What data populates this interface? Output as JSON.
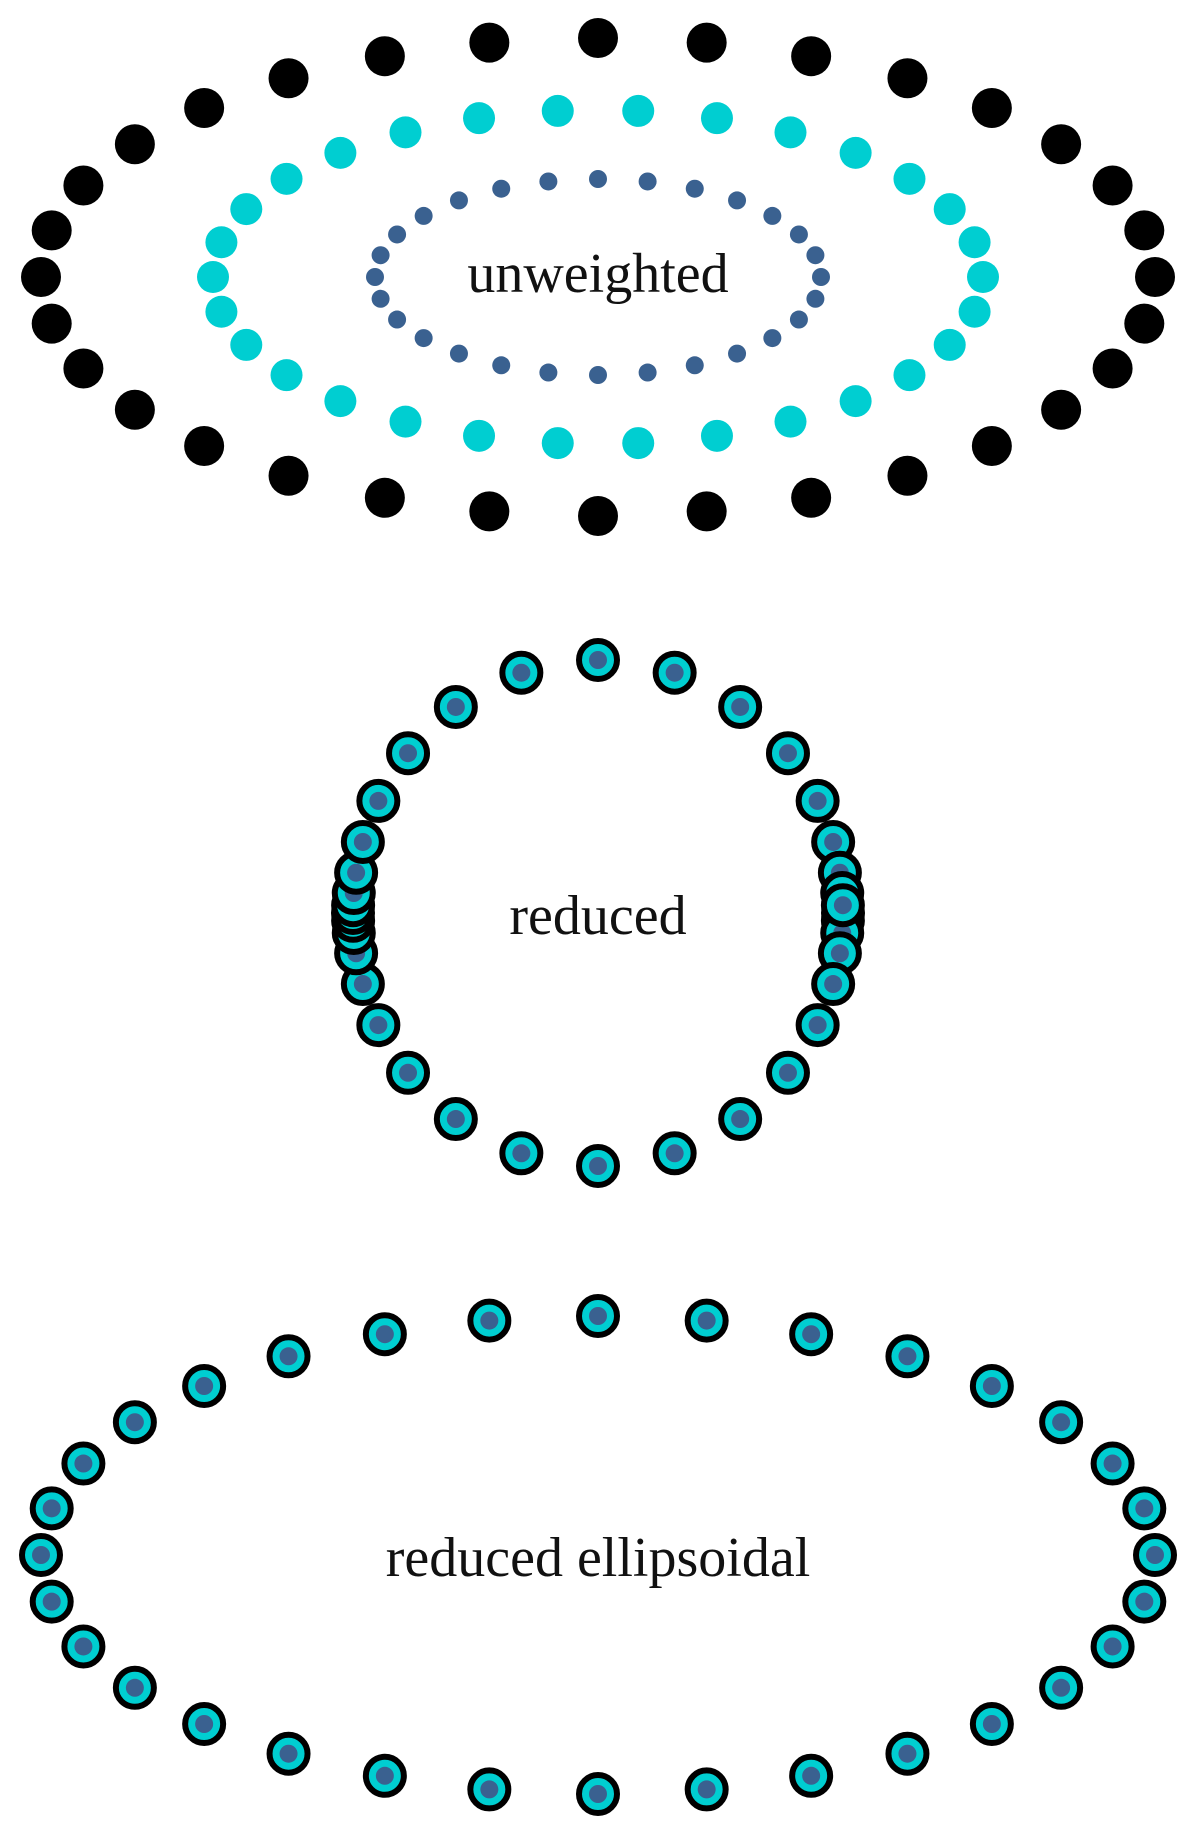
{
  "colors": {
    "black": "#000000",
    "cyan": "#00CED1",
    "navy": "#3A6190",
    "background": "#FFFFFF"
  },
  "panels": [
    {
      "id": "unweighted",
      "label": "unweighted",
      "rings": [
        {
          "name": "outer",
          "color": "black",
          "count": 32
        },
        {
          "name": "middle",
          "color": "cyan",
          "count": 30
        },
        {
          "name": "inner",
          "color": "navy",
          "count": 28
        }
      ]
    },
    {
      "id": "reduced",
      "label": "reduced",
      "count": 36
    },
    {
      "id": "reduced-ellipsoidal",
      "label": "reduced ellipsoidal",
      "count": 32
    }
  ]
}
